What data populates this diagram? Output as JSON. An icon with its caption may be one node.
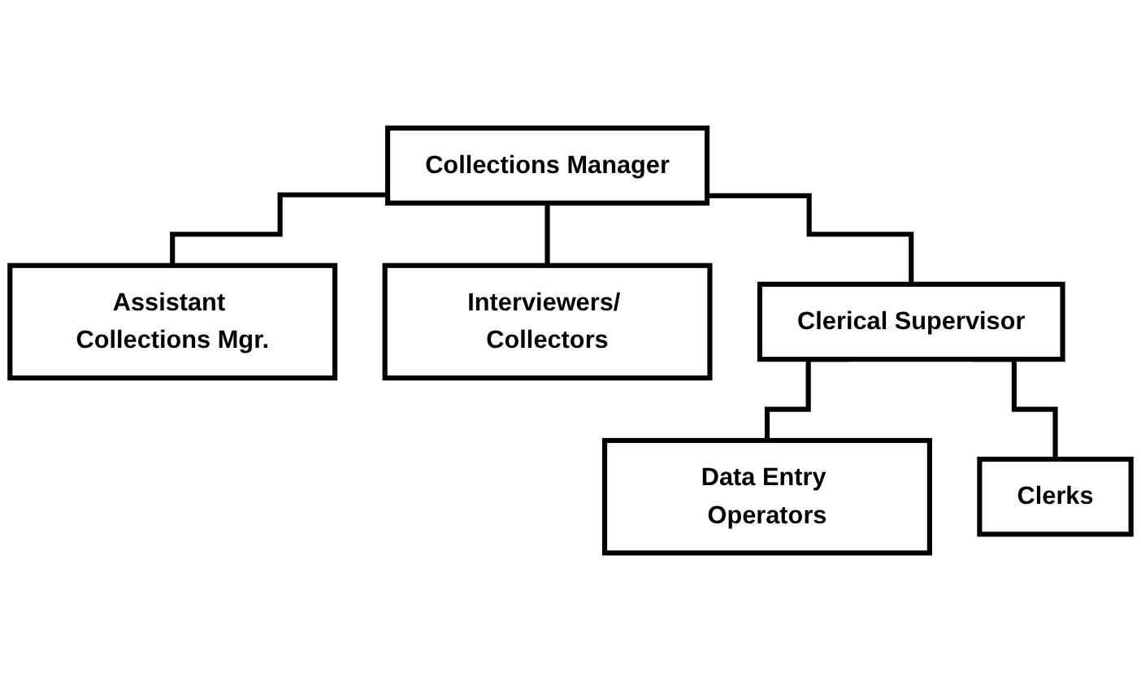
{
  "diagram": {
    "nodes": [
      {
        "text": [
          "Collections Manager"
        ]
      },
      {
        "text": [
          "Assistant Collections Mgr."
        ]
      },
      {
        "text": [
          "Interviewers/ Collectors"
        ]
      },
      {
        "text": [
          "Clerical Supervisor"
        ]
      },
      {
        "text": [
          "Data Entry Operators"
        ]
      },
      {
        "text": [
          "Clerks"
        ]
      }
    ],
    "edges": [
      {
        "from": 0,
        "to": 1,
        "arrow": "none"
      },
      {
        "from": 0,
        "to": 2,
        "arrow": "none"
      },
      {
        "from": 0,
        "to": 3,
        "arrow": "none"
      },
      {
        "from": 3,
        "to": 4,
        "arrow": "none"
      },
      {
        "from": 3,
        "to": 5,
        "arrow": "none"
      }
    ]
  }
}
